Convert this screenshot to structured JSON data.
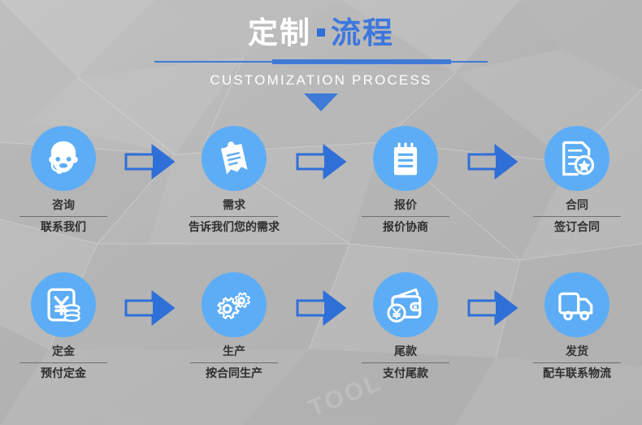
{
  "header": {
    "title_white": "定制",
    "title_blue": "流程",
    "subtitle": "CUSTOMIZATION PROCESS",
    "separator_icon": "blue-square-separator",
    "arrow_icon": "triangle-down-icon"
  },
  "watermark": "TOOL",
  "colors": {
    "accent_blue": "#3f7ad8",
    "circle_blue": "#5cadf5",
    "arrow_blue": "#2f6fd8",
    "label_text": "#333333",
    "background_grey": "#b8b8b8"
  },
  "rows": [
    {
      "steps": [
        {
          "icon": "customer-service-headset-icon",
          "label": "咨询",
          "sub": "联系我们"
        },
        {
          "icon": "clipboard-document-icon",
          "label": "需求",
          "sub": "告诉我们您的需求"
        },
        {
          "icon": "notepad-icon",
          "label": "报价",
          "sub": "报价协商"
        },
        {
          "icon": "contract-star-seal-icon",
          "label": "合同",
          "sub": "签订合同"
        }
      ]
    },
    {
      "steps": [
        {
          "icon": "yuan-deposit-coins-icon",
          "label": "定金",
          "sub": "预付定金"
        },
        {
          "icon": "gears-production-icon",
          "label": "生产",
          "sub": "按合同生产"
        },
        {
          "icon": "wallet-yuan-icon",
          "label": "尾款",
          "sub": "支付尾款"
        },
        {
          "icon": "delivery-truck-icon",
          "label": "发货",
          "sub": "配车联系物流"
        }
      ]
    }
  ],
  "arrow_label": "next-step-arrow"
}
